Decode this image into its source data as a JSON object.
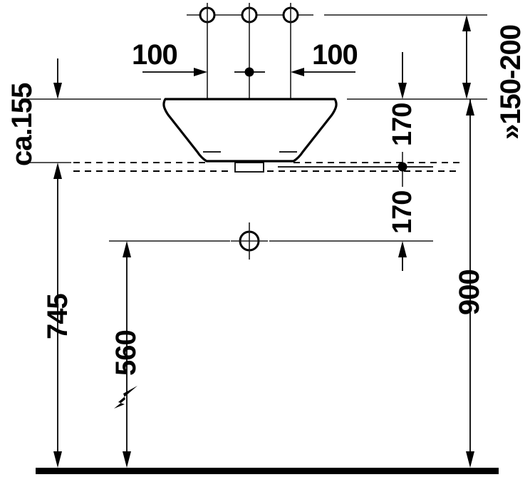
{
  "drawing": {
    "title": "Washbasin installation dimension drawing",
    "units": "mm",
    "stroke_color": "#000000",
    "background_color": "#ffffff",
    "dimensions": {
      "tap_hole_left_spacing": "100",
      "tap_hole_right_spacing": "100",
      "basin_height_above_counter": "ca.155",
      "counter_top_to_floor": "745",
      "drain_center_to_floor": "560",
      "waste_offset_upper": "170",
      "waste_offset_lower": "170",
      "tap_hole_row_to_floor": "900",
      "supply_clearance": "»150-200"
    },
    "labels": [
      {
        "id": "left-100",
        "text": "100"
      },
      {
        "id": "right-100",
        "text": "100"
      },
      {
        "id": "ca-155",
        "text": "ca.155"
      },
      {
        "id": "dim-745",
        "text": "745"
      },
      {
        "id": "dim-560",
        "text": "560"
      },
      {
        "id": "dim-170-upper",
        "text": "170"
      },
      {
        "id": "dim-170-lower",
        "text": "170"
      },
      {
        "id": "dim-900",
        "text": "900"
      },
      {
        "id": "dim-150-200",
        "text": "»150-200"
      }
    ],
    "features": {
      "tap_holes_count": "3",
      "basin_shape": "conical bowl",
      "floor_line": "solid thick bar",
      "counter_line": "solid with dashed extension",
      "waste_pipe_center": "dot marker"
    }
  }
}
